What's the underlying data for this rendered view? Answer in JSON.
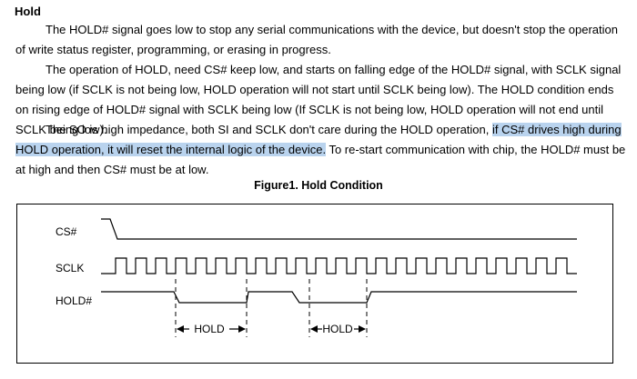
{
  "section": {
    "title": "Hold"
  },
  "paragraphs": {
    "p1": "The HOLD# signal goes low to stop any serial communications with the device, but doesn't stop the operation of write status register, programming, or erasing in progress.",
    "p2": "The operation of HOLD, need CS# keep low, and starts on falling edge of the HOLD# signal, with SCLK signal being low (if SCLK is not being low, HOLD operation will not start until SCLK being low). The HOLD condition ends on rising edge of HOLD# signal with SCLK being low (If SCLK is not being low, HOLD operation will not end until SCLK being low).",
    "p3_before": "The SO is high impedance, both SI and SCLK don't care during the HOLD operation, ",
    "p3_highlight": "if CS# drives high during HOLD operation, it will reset the internal logic of the device.",
    "p3_after": " To re-start communication with chip, the HOLD# must be at high and then CS# must be at low."
  },
  "figure": {
    "caption": "Figure1. Hold Condition",
    "signals": {
      "cs": "CS#",
      "sclk": "SCLK",
      "hold": "HOLD#"
    },
    "hold_label_1": "HOLD",
    "hold_label_2": "HOLD"
  },
  "colors": {
    "highlight": "#b9d3ee",
    "line": "#000000"
  }
}
